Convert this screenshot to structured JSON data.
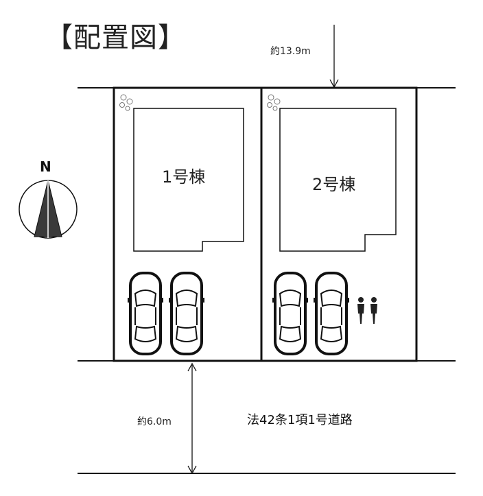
{
  "title": "【配置図】",
  "compass": {
    "label": "N"
  },
  "dimensions": {
    "frontage": "約13.9m",
    "road_width": "約6.0m"
  },
  "buildings": [
    {
      "label": "1号棟"
    },
    {
      "label": "2号棟"
    }
  ],
  "road": {
    "label": "法42条1項1号道路"
  }
}
